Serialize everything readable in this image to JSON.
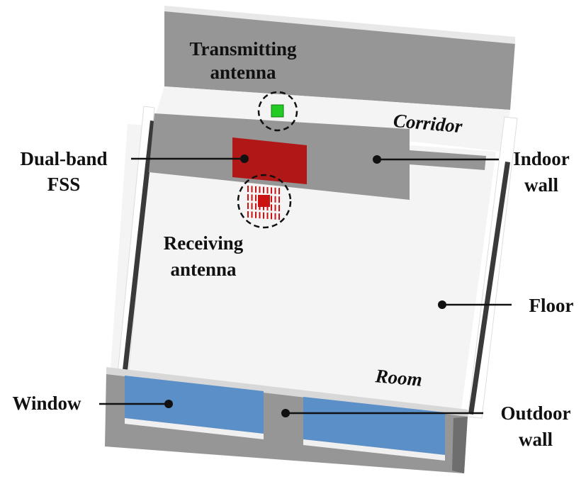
{
  "title": "",
  "labels": {
    "transmitting_line1": "Transmitting",
    "transmitting_line2": "antenna",
    "receiving_line1": "Receiving",
    "receiving_line2": "antenna",
    "fss_line1": "Dual-band",
    "fss_line2": "FSS",
    "indoor_line1": "Indoor",
    "indoor_line2": "wall",
    "floor": "Floor",
    "window": "Window",
    "outdoor_line1": "Outdoor",
    "outdoor_line2": "wall"
  },
  "regions": {
    "corridor": "Corridor",
    "room": "Room"
  },
  "colors": {
    "wall": "#969696",
    "wall_dark": "#6e6e6e",
    "wall_edge": "#3a3a3a",
    "floor": "#f4f4f4",
    "window": "#5b8fc7",
    "fss": "#b01818",
    "transmitter": "#22cc22",
    "receiver": "#cc1111"
  }
}
